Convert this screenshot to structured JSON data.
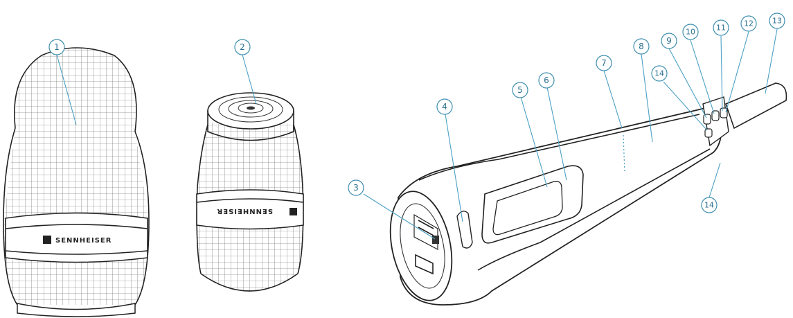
{
  "brand": {
    "name_left": "SENNHEISER",
    "name_middle": "SENNHEISER"
  },
  "callouts": [
    {
      "id": "c1",
      "label": "1"
    },
    {
      "id": "c2",
      "label": "2"
    },
    {
      "id": "c3",
      "label": "3"
    },
    {
      "id": "c4",
      "label": "4"
    },
    {
      "id": "c5",
      "label": "5"
    },
    {
      "id": "c6",
      "label": "6"
    },
    {
      "id": "c7",
      "label": "7"
    },
    {
      "id": "c8",
      "label": "8"
    },
    {
      "id": "c9",
      "label": "9"
    },
    {
      "id": "c10",
      "label": "10"
    },
    {
      "id": "c11",
      "label": "11"
    },
    {
      "id": "c12",
      "label": "12"
    },
    {
      "id": "c13",
      "label": "13"
    },
    {
      "id": "c14a",
      "label": "14"
    },
    {
      "id": "c14b",
      "label": "14"
    }
  ],
  "colors": {
    "callout": "#3f8fb0",
    "ink": "#222222"
  }
}
